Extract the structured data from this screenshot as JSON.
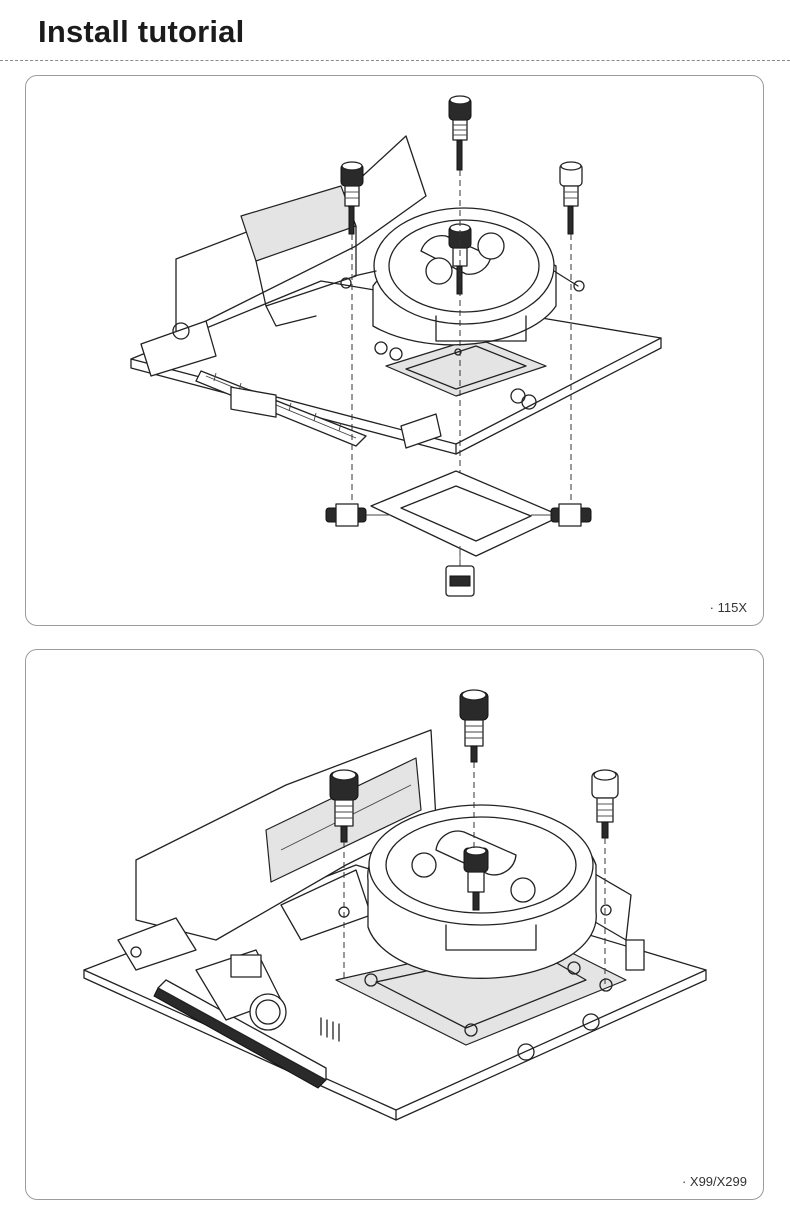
{
  "title": "Install tutorial",
  "panels": [
    {
      "caption": "· 115X"
    },
    {
      "caption": "· X99/X299"
    }
  ],
  "icons": [
    "screw-icon",
    "cpu-block-icon",
    "backplate-icon"
  ],
  "colors": {
    "line": "#222222",
    "panel_border": "#9c9c9c",
    "dash_rule": "#8a8a8a"
  }
}
